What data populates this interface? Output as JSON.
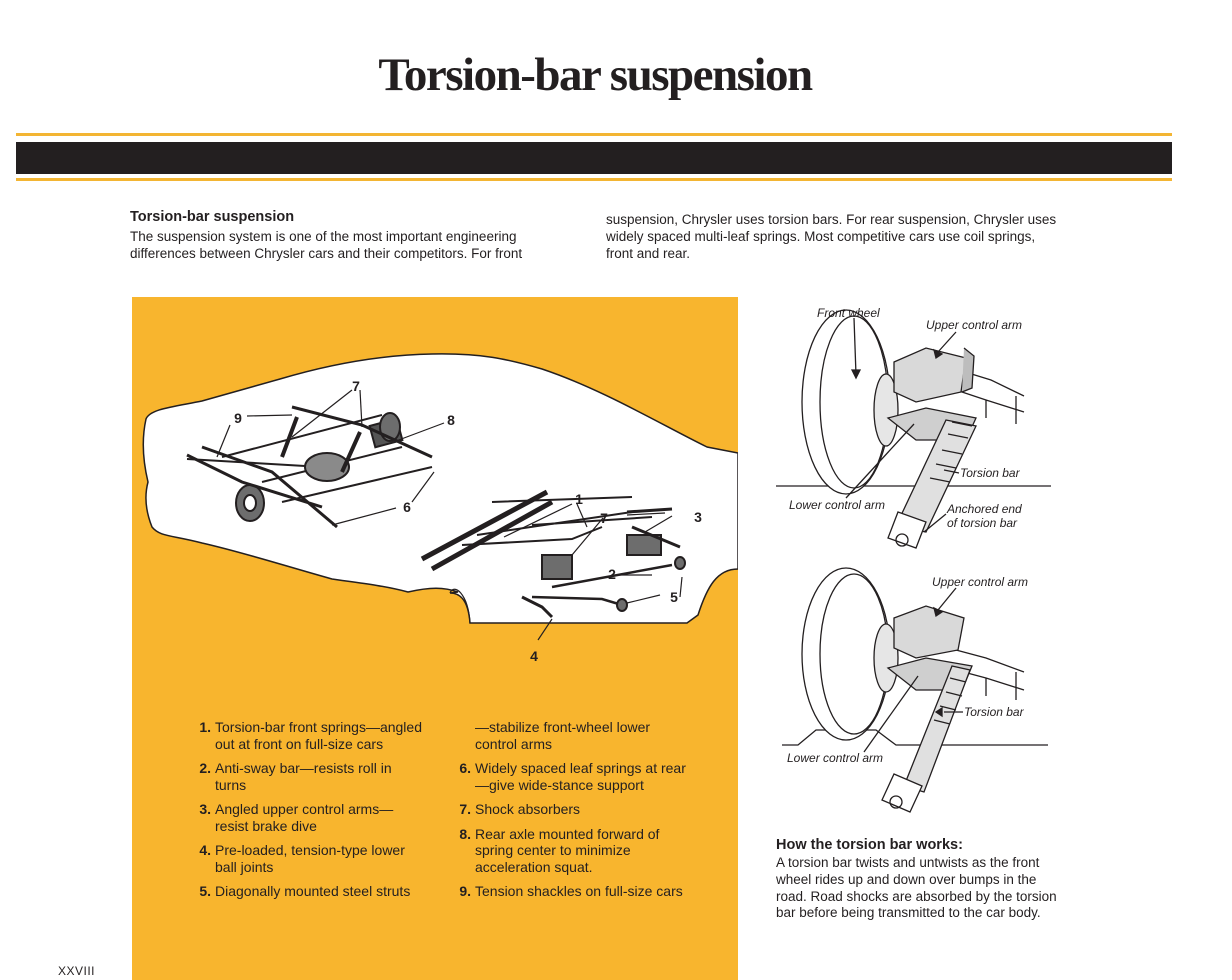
{
  "page": {
    "title": "Torsion-bar suspension",
    "page_number": "XXVIII"
  },
  "colors": {
    "accent_yellow": "#f8b52e",
    "dark_band": "#231f20"
  },
  "intro": {
    "heading": "Torsion-bar suspension",
    "col1_text": "The suspension system is one of the most important engineering differences between Chrysler cars and their competitors. For front",
    "col2_text": "suspension, Chrysler uses torsion bars. For rear suspension, Chrysler uses widely spaced multi-leaf springs. Most competitive cars use coil springs, front and rear."
  },
  "illustration": {
    "callouts": [
      "7",
      "9",
      "8",
      "6",
      "1",
      "7",
      "3",
      "2",
      "5",
      "4"
    ]
  },
  "legend": {
    "items": [
      {
        "num": "1.",
        "text": "Torsion-bar front springs—angled out at front on full-size cars"
      },
      {
        "num": "2.",
        "text": "Anti-sway bar—resists roll in turns"
      },
      {
        "num": "3.",
        "text": "Angled upper control arms—resist brake dive"
      },
      {
        "num": "4.",
        "text": "Pre-loaded, tension-type lower ball joints"
      },
      {
        "num": "5.",
        "text": "Diagonally mounted steel struts"
      },
      {
        "num": "",
        "text": "—stabilize front-wheel lower control arms"
      },
      {
        "num": "6.",
        "text": "Widely spaced leaf springs at rear—give wide-stance support"
      },
      {
        "num": "7.",
        "text": "Shock absorbers"
      },
      {
        "num": "8.",
        "text": "Rear axle mounted forward of spring center to minimize acceleration squat."
      },
      {
        "num": "9.",
        "text": "Tension shackles on full-size cars"
      }
    ]
  },
  "diagram_top": {
    "front_wheel": "Front wheel",
    "upper_control_arm": "Upper control arm",
    "torsion_bar": "Torsion bar",
    "lower_control_arm": "Lower control arm",
    "anchored_end_line1": "Anchored end",
    "anchored_end_line2": "of torsion bar"
  },
  "diagram_bottom": {
    "upper_control_arm": "Upper control arm",
    "torsion_bar": "Torsion bar",
    "lower_control_arm": "Lower control arm"
  },
  "how": {
    "heading": "How the torsion bar works:",
    "text": "A torsion bar twists and untwists as the front wheel rides up and down over bumps in the road. Road shocks are absorbed by the torsion bar before being transmitted to the car body."
  }
}
